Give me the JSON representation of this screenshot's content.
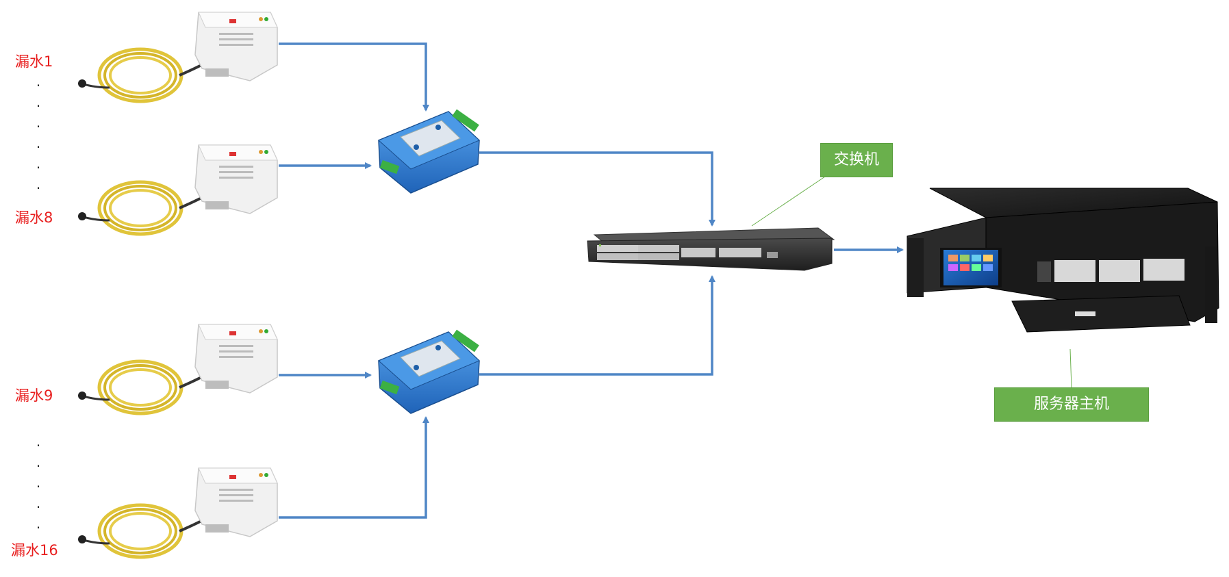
{
  "sensors": [
    {
      "label": "漏水1"
    },
    {
      "label": "漏水8"
    },
    {
      "label": "漏水9"
    },
    {
      "label": "漏水16"
    }
  ],
  "ellipsis_dots": ".",
  "devices": {
    "switch": {
      "label": "交换机"
    },
    "server": {
      "label": "服务器主机"
    }
  },
  "colors": {
    "arrow": "#4f86c6",
    "sensor_label": "#e81f1f",
    "tag_bg": "#6ab04c",
    "converter": "#2f7fd1",
    "cable": "#e0c43a"
  }
}
